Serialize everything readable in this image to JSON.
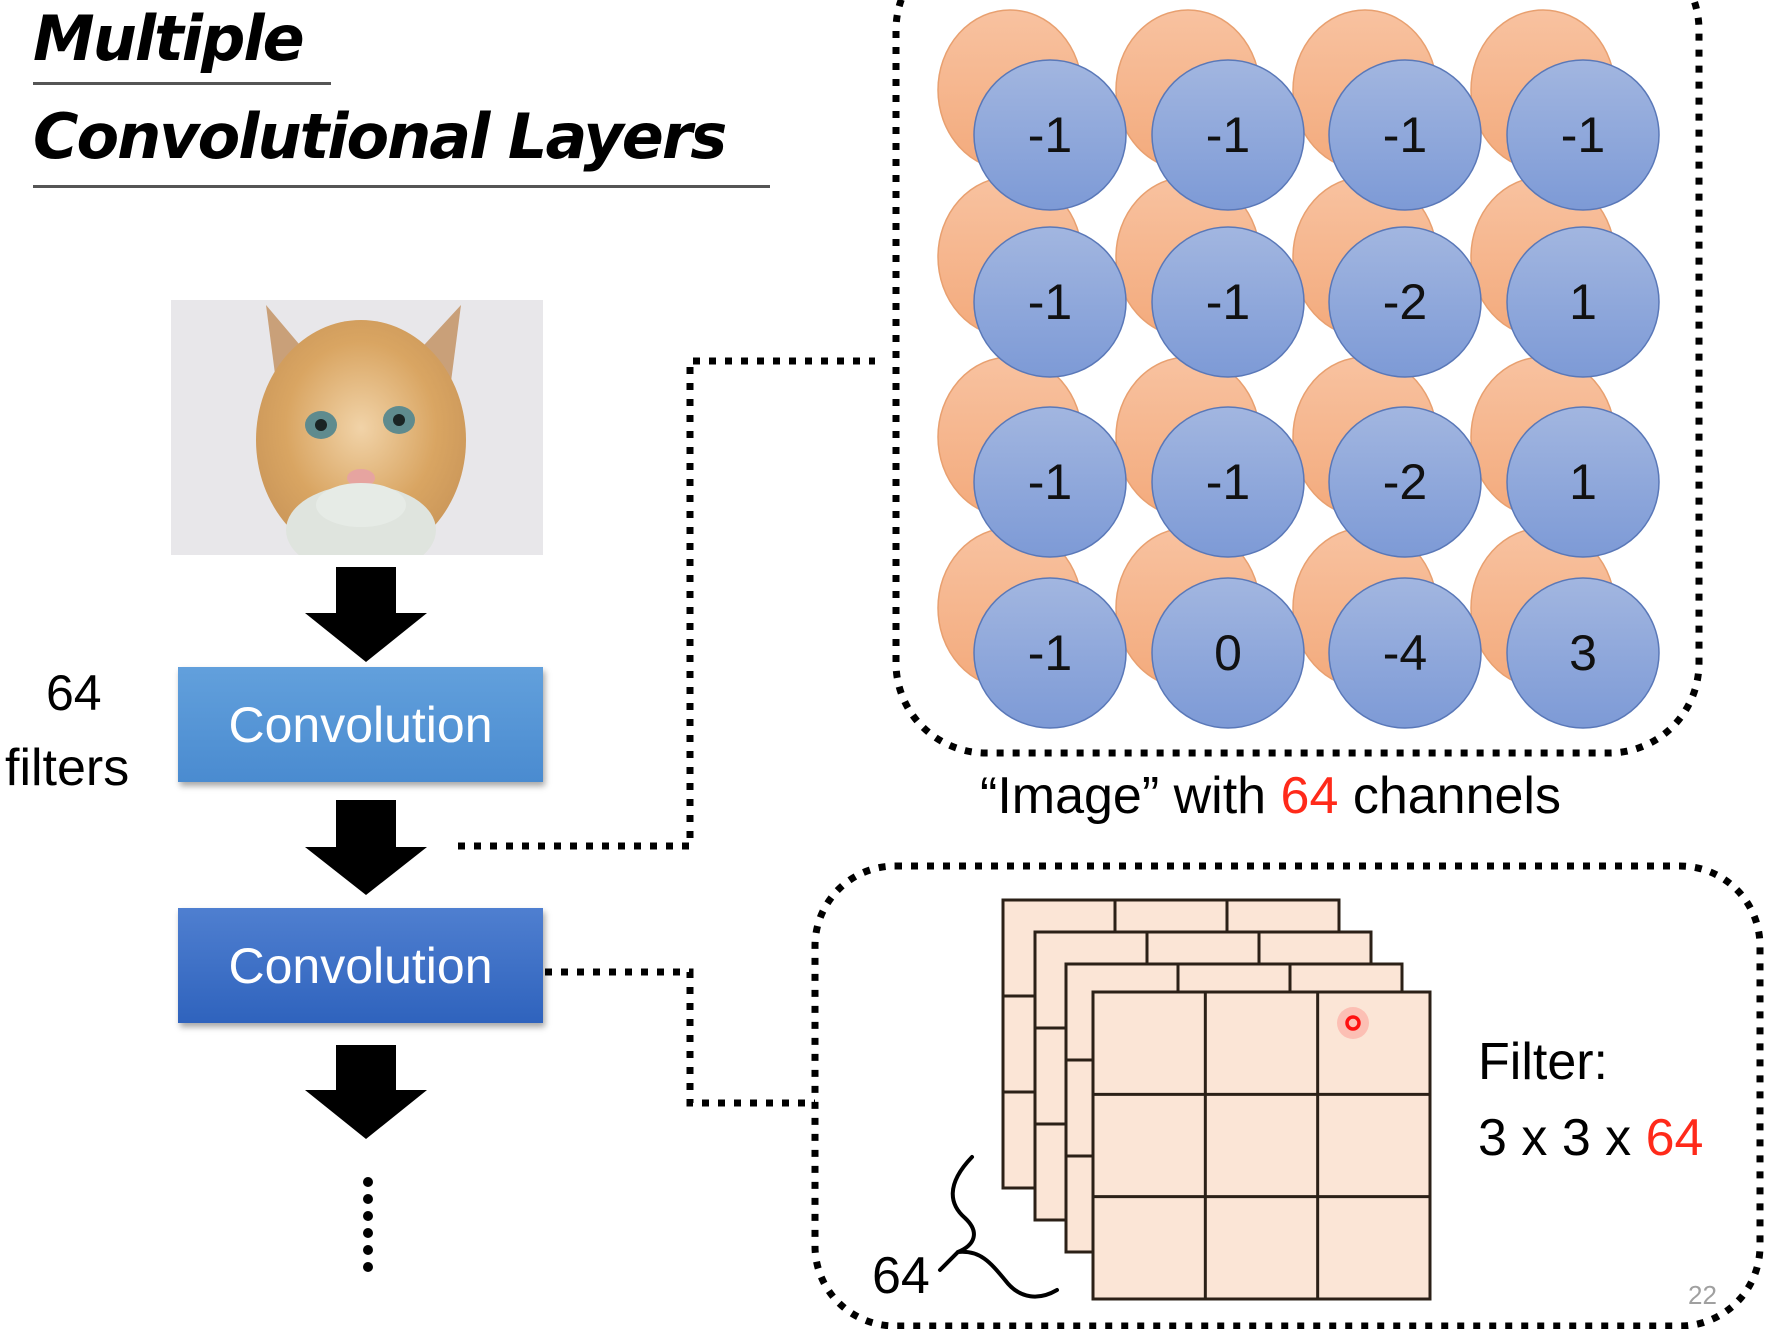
{
  "slide": {
    "title_line1": "Multiple",
    "title_line2": "Convolutional Layers",
    "page_number": "22"
  },
  "pipeline": {
    "input_image": "cat-photo",
    "filters_count": "64",
    "filters_label": "filters",
    "layers": [
      {
        "label": "Convolution"
      },
      {
        "label": "Convolution"
      }
    ],
    "continuation": "vertical-ellipsis"
  },
  "feature_map": {
    "values": [
      [
        "-1",
        "-1",
        "-1",
        "-1"
      ],
      [
        "-1",
        "-1",
        "-2",
        "1"
      ],
      [
        "-1",
        "-1",
        "-2",
        "1"
      ],
      [
        "-1",
        "0",
        "-4",
        "3"
      ]
    ],
    "caption_prefix": "“Image” with ",
    "caption_channels": "64",
    "caption_suffix": " channels"
  },
  "filter": {
    "grid_size": "3 x 3",
    "label_line1": "Filter:",
    "label_line2_prefix": "3 x 3 x ",
    "label_line2_depth": "64",
    "depth_brace_label": "64"
  },
  "colors": {
    "accent_red": "#ff2a1a",
    "blue_circle": "#8eaadb",
    "orange_circle": "#f4b183",
    "filter_fill": "#fbe5d6"
  }
}
